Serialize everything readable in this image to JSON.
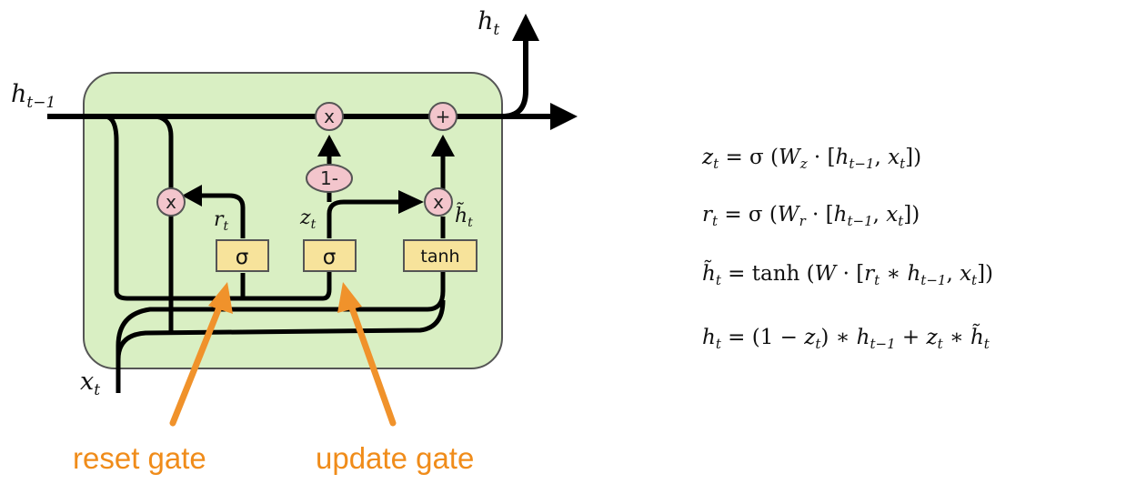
{
  "diagram": {
    "labels": {
      "h_out": "h",
      "h_out_sub": "t",
      "h_prev": "h",
      "h_prev_sub": "t−1",
      "x_in": "x",
      "x_in_sub": "t",
      "r": "r",
      "r_sub": "t",
      "z": "z",
      "z_sub": "t",
      "h_tilde": "h̃",
      "h_tilde_sub": "t"
    },
    "ops": {
      "multiply": "x",
      "add": "+",
      "one_minus": "1-"
    },
    "boxes": {
      "sigma_reset": "σ",
      "sigma_update": "σ",
      "tanh": "tanh"
    },
    "annotations": {
      "reset": "reset gate",
      "update": "update gate"
    }
  },
  "equations": [
    "z_t = σ (W_z · [h_{t−1}, x_t])",
    "r_t = σ (W_r · [h_{t−1}, x_t])",
    "h̃_t = tanh (W · [r_t ∗ h_{t−1}, x_t])",
    "h_t = (1 − z_t) ∗ h_{t−1} + z_t ∗ h̃_t"
  ],
  "colors": {
    "cell_fill": "#d9efc3",
    "cell_stroke": "#555555",
    "op_fill": "#f3c5cc",
    "box_fill": "#f7e39b",
    "annotation": "#f08c1a"
  }
}
